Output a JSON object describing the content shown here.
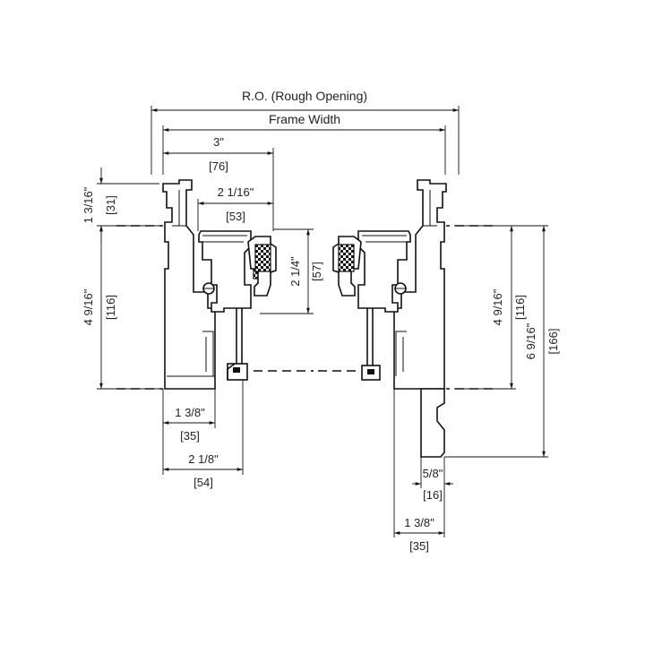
{
  "dimensions": {
    "rough_opening": "R.O. (Rough Opening)",
    "frame_width": "Frame Width",
    "top_3_in": "3\"",
    "top_3_mm": "[76]",
    "top_2_1_16_in": "2 1/16\"",
    "top_2_1_16_mm": "[53]",
    "left_1_3_16_in": "1 3/16\"",
    "left_1_3_16_mm": "[31]",
    "left_4_9_16_in": "4 9/16\"",
    "left_4_9_16_mm": "[116]",
    "glass_2_1_4_in": "2 1/4\"",
    "glass_2_1_4_mm": "[57]",
    "bottom_1_3_8_in": "1 3/8\"",
    "bottom_1_3_8_mm": "[35]",
    "bottom_2_1_8_in": "2 1/8\"",
    "bottom_2_1_8_mm": "[54]",
    "right_4_9_16_in": "4 9/16\"",
    "right_4_9_16_mm": "[116]",
    "right_6_9_16_in": "6 9/16\"",
    "right_6_9_16_mm": "[166]",
    "right_5_8_in": "5/8\"",
    "right_5_8_mm": "[16]",
    "right_1_3_8_in": "1 3/8\"",
    "right_1_3_8_mm": "[35]"
  }
}
